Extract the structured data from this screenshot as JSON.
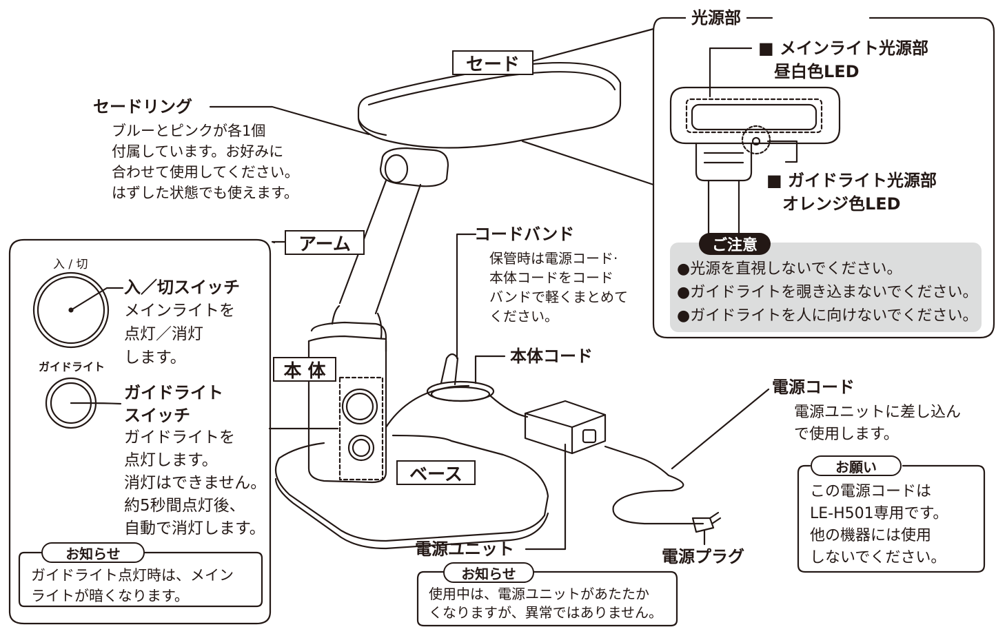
{
  "light_source": {
    "title": "光源部",
    "main": {
      "title": "■ メインライト光源部",
      "subtitle": "昼白色LED"
    },
    "guide": {
      "title": "■ ガイドライト光源部",
      "subtitle": "オレンジ色LED"
    }
  },
  "caution": {
    "label": "ご注意",
    "items": [
      "●光源を直視しないでください。",
      "●ガイドライトを覗き込まないでください。",
      "●ガイドライトを人に向けないでください。"
    ]
  },
  "parts": {
    "shade": "セード",
    "arm": "アーム",
    "body": "本 体",
    "base": "ベース"
  },
  "shade_ring": {
    "title": "セードリング",
    "lines": [
      "ブルーとピンクが各1個",
      "付属しています。お好みに",
      "合わせて使用してください。",
      "はずした状態でも使えます。"
    ]
  },
  "cord_band": {
    "title": "コードバンド",
    "lines": [
      "保管時は電源コード·",
      "本体コードをコード",
      "バンドで軽くまとめて",
      "ください。"
    ]
  },
  "body_cord": "本体コード",
  "power_cord": {
    "title": "電源コード",
    "lines": [
      "電源ユニットに差し込ん",
      "で使用します。"
    ]
  },
  "request": {
    "label": "お願い",
    "lines": [
      "この電源コードは",
      "LE-H501専用です。",
      "他の機器には使用",
      "しないでください。"
    ]
  },
  "power_unit": "電源ユニット",
  "power_plug": "電源プラグ",
  "unit_notice": {
    "label": "お知らせ",
    "lines": [
      "使用中は、電源ユニットがあたたか",
      "くなりますが、異常ではありません。"
    ]
  },
  "switch_panel": {
    "power": {
      "caption": "入 / 切",
      "title": "入／切スイッチ",
      "lines": [
        "メインライトを",
        "点灯／消灯",
        "します。"
      ]
    },
    "guide": {
      "caption": "ガイドライト",
      "title": [
        "ガイドライト",
        "スイッチ"
      ],
      "lines": [
        "ガイドライトを",
        "点灯します。",
        "消灯はできません。",
        "約5秒間点灯後、",
        "自動で消灯します。"
      ]
    },
    "notice": {
      "label": "お知らせ",
      "lines": [
        "ガイドライト点灯時は、メイン",
        "ライトが暗くなります。"
      ]
    }
  }
}
